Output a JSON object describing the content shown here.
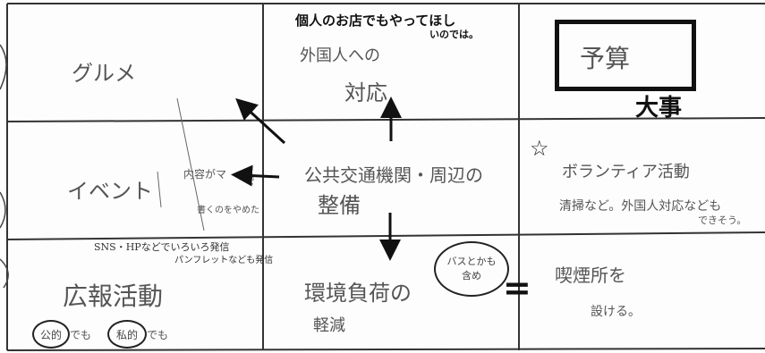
{
  "cells": {
    "gourmet": "グルメ",
    "foreign_1": "外国人への",
    "foreign_2": "対応",
    "top_note_1": "個人のお店でもやってほし",
    "top_note_2": "いのでは。",
    "budget": "予算",
    "important": "大事",
    "event": "イベント",
    "event_note_1": "内容がマ",
    "event_note_2": "で",
    "event_note_3": "書くのをやめた",
    "transport_1": "公共交通機関・周辺の",
    "transport_2": "整備",
    "volunteer": "ボランティア活動",
    "volunteer_note_1": "清掃など。外国人対応なども",
    "volunteer_note_2": "できそう。",
    "pr_note_1": "SNS・HPなどでいろいろ発信",
    "pr_note_2": "パンフレットなども発信",
    "pr": "広報活動",
    "pr_small_1": "公的",
    "pr_small_mid": "でも",
    "pr_small_2": "私的",
    "pr_small_end": "でも",
    "bus_1": "バスとかも",
    "bus_2": "含め",
    "environment_1": "環境負荷の",
    "environment_2": "軽減",
    "smoking_1": "喫煙所を",
    "smoking_2": "設ける。",
    "equals": "=",
    "star": "☆"
  },
  "colors": {
    "ink": "#111111",
    "pencil": "#555555",
    "grid": "#333333"
  }
}
